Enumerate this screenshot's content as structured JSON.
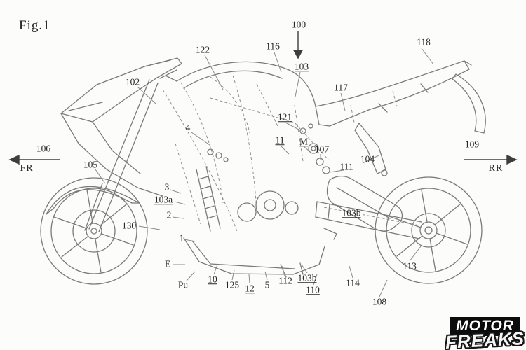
{
  "figure": {
    "label": "Fig.1"
  },
  "annotations": [
    {
      "text": "100"
    },
    {
      "text": "122"
    },
    {
      "text": "116"
    },
    {
      "text": "103"
    },
    {
      "text": "118"
    },
    {
      "text": "102"
    },
    {
      "text": "117"
    },
    {
      "text": "121"
    },
    {
      "text": "4"
    },
    {
      "text": "11"
    },
    {
      "text": "M"
    },
    {
      "text": "107"
    },
    {
      "text": "104"
    },
    {
      "text": "111"
    },
    {
      "text": "105"
    },
    {
      "text": "3"
    },
    {
      "text": "103a"
    },
    {
      "text": "2"
    },
    {
      "text": "130"
    },
    {
      "text": "1"
    },
    {
      "text": "E"
    },
    {
      "text": "103b"
    },
    {
      "text": "113"
    },
    {
      "text": "Pu"
    },
    {
      "text": "10"
    },
    {
      "text": "125"
    },
    {
      "text": "12"
    },
    {
      "text": "5"
    },
    {
      "text": "112"
    },
    {
      "text": "103b"
    },
    {
      "text": "110"
    },
    {
      "text": "114"
    },
    {
      "text": "108"
    }
  ],
  "direction_indicators": {
    "front": {
      "ref": "106",
      "label": "FR"
    },
    "rear": {
      "ref": "109",
      "label": "RR"
    }
  },
  "watermark": {
    "top": "MOTOR",
    "bottom": "FREAKS"
  }
}
